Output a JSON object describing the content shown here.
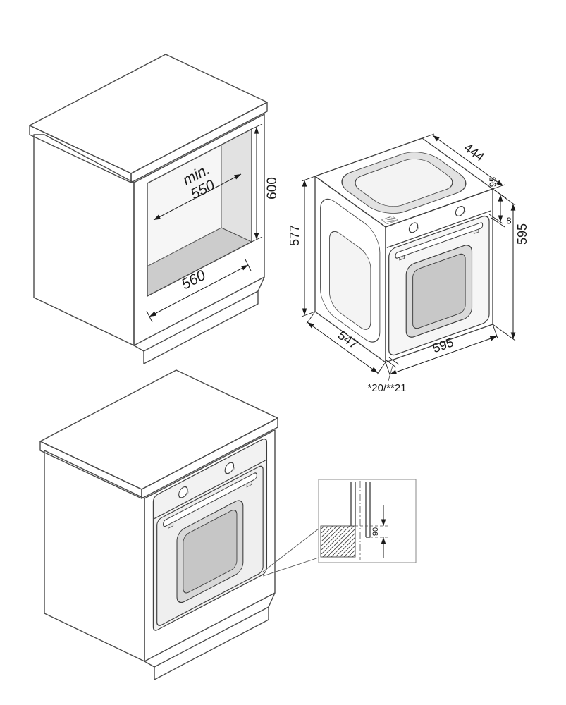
{
  "colors": {
    "background": "#ffffff",
    "line": "#4a4a4a",
    "dimension": "#1a1a1a",
    "countertop_fill": "#c6c6c6",
    "side_panel_fill": "#d9d9d9",
    "front_fill": "#ececec",
    "window_fill": "#c8c8c8"
  },
  "niche_diagram": {
    "min_label": "min.",
    "width": "550",
    "height": "600",
    "depth": "560"
  },
  "oven_diagram": {
    "top_depth": "444",
    "panel_height": "95",
    "door_offset": "8",
    "height": "595",
    "side_height": "577",
    "depth": "547",
    "width": "595",
    "footnote": "*20/**21"
  },
  "installed_diagram": {
    "detail_gap": "90"
  }
}
